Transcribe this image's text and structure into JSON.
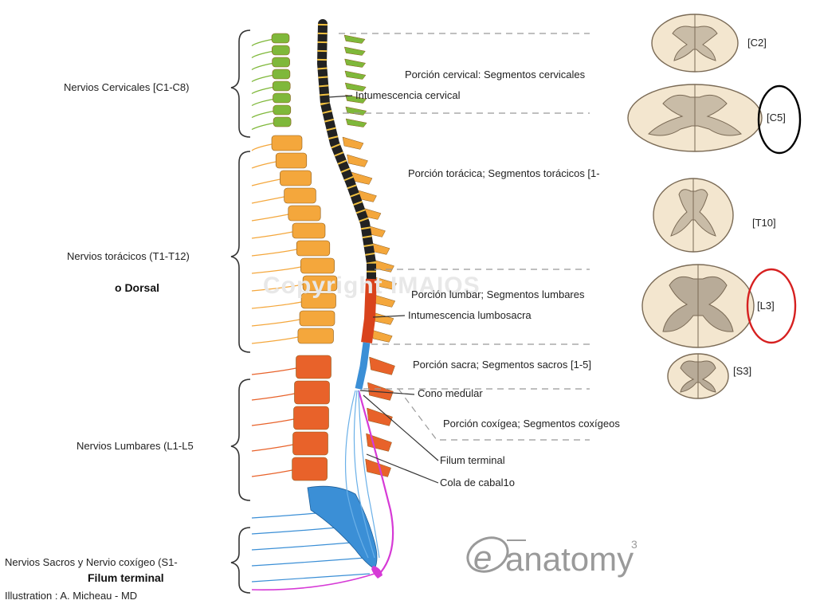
{
  "regions": {
    "cervical": "Nervios Cervicales [C1-C8)",
    "thoracic": "Nervios torácicos (T1-T12)",
    "thoracic_alt": "o Dorsal",
    "lumbar": "Nervios Lumbares (L1-L5",
    "sacral": "Nervios Sacros y Nervio coxígeo (S1-",
    "sacral_extra": "Filum terminal"
  },
  "portions": {
    "cervical": "Porción cervical: Segmentos cervicales",
    "cervical_enlargement": "Intumescencia cervical",
    "thoracic": "Porción torácica; Segmentos torácicos [1-",
    "lumbar": "Porción lumbar; Segmentos lumbares",
    "lumbosacral_enlargement": "Intumescencia lumbosacra",
    "sacral": "Porción sacra; Segmentos sacros [1-5]",
    "conus": "Cono medular",
    "coccygeal": "Porción coxígea; Segmentos coxígeos",
    "filum": "Filum terminal",
    "cauda": "Cola de cabal1o"
  },
  "sections": [
    {
      "label": "[C2]"
    },
    {
      "label": "[C5]"
    },
    {
      "label": "[T10]"
    },
    {
      "label": "[L3]"
    },
    {
      "label": "[S3]"
    }
  ],
  "watermark": "Copyright IMAIOS",
  "logo": {
    "mark": "e",
    "text": "anatomy",
    "sup": "3"
  },
  "credit": "Illustration : A. Micheau - MD",
  "colors": {
    "cervical": "#7fb83a",
    "thoracic": "#f4a73c",
    "lumbar": "#e8622a",
    "sacral": "#3b8fd6",
    "cord": "#222222",
    "cord_lumbar": "#d9431c",
    "cord_sacral": "#3b8fd6",
    "filum": "#d63ad6",
    "section_fill": "#f3e6cf",
    "grey_matter": "#b8ab98",
    "circle_black": "#000000",
    "circle_red": "#d62020"
  }
}
